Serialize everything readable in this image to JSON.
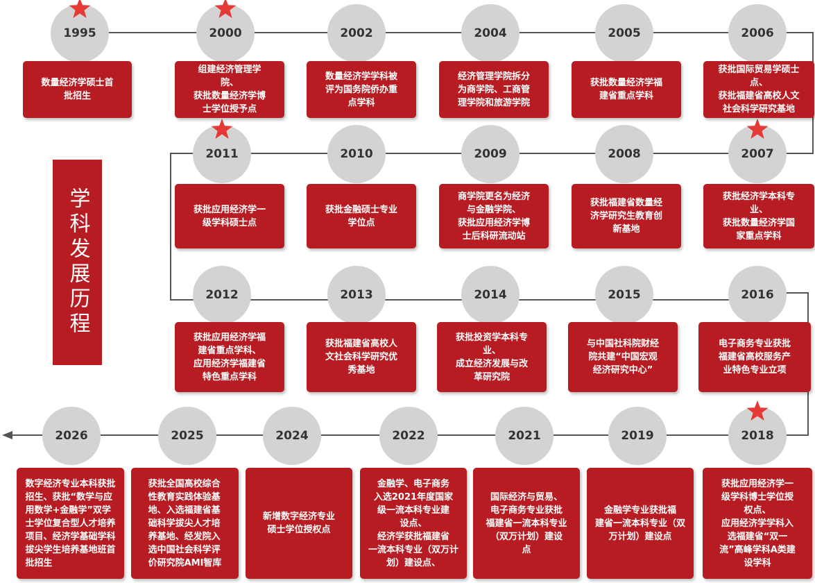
{
  "title": "学科发展历程",
  "colors": {
    "card": "#b71c22",
    "node": "#d3d3d3",
    "star": "#e53935",
    "line": "#555555"
  },
  "milestones": [
    {
      "year": "1995",
      "star": true,
      "text": "数量经济学硕士首\n批招生"
    },
    {
      "year": "2000",
      "star": true,
      "text": "组建经济管理学\n院、\n获批数量经济学博\n士学位授予点"
    },
    {
      "year": "2002",
      "star": false,
      "text": "数量经济学学科被\n评为国务院侨办重\n点学科"
    },
    {
      "year": "2004",
      "star": false,
      "text": "经济管理学院拆分\n为商学院、工商管\n理学院和旅游学院"
    },
    {
      "year": "2005",
      "star": false,
      "text": "获批数量经济学福\n建省重点学科"
    },
    {
      "year": "2006",
      "star": false,
      "text": "获批国际贸易学硕士\n点、\n获批福建省高校人文\n社会科学研究基地"
    },
    {
      "year": "2011",
      "star": true,
      "text": "获批应用经济学一\n级学科硕士点"
    },
    {
      "year": "2010",
      "star": false,
      "text": "获批金融硕士专业\n学位点"
    },
    {
      "year": "2009",
      "star": false,
      "text": "商学院更名为经济\n与金融学院、\n获批应用经济学博\n士后科研流动站"
    },
    {
      "year": "2008",
      "star": false,
      "text": "获批福建省数量经\n济学研究生教育创\n新基地"
    },
    {
      "year": "2007",
      "star": true,
      "text": "获批经济学本科专\n业、\n获批数量经济学国\n家重点学科"
    },
    {
      "year": "2012",
      "star": false,
      "text": "获批应用经济学福\n建省重点学科、\n应用经济学福建省\n特色重点学科"
    },
    {
      "year": "2013",
      "star": false,
      "text": "获批福建省高校人\n文社会科学研究优\n秀基地"
    },
    {
      "year": "2014",
      "star": false,
      "text": "获批投资学本科专\n业、\n成立经济发展与改\n革研究院"
    },
    {
      "year": "2015",
      "star": false,
      "text": "与中国社科院财经\n院共建“中国宏观\n经济研究中心”"
    },
    {
      "year": "2016",
      "star": false,
      "text": "电子商务专业获批\n福建省高校服务产\n业特色专业立项"
    },
    {
      "year": "2026",
      "star": false,
      "text": "数字经济专业本科获批\n招生、获批“数学与应\n用数学+金融学”双学\n士学位复合型人才培养\n项目、经济学基础学科\n拔尖学生培养基地班首\n批招生",
      "align": "left"
    },
    {
      "year": "2025",
      "star": false,
      "text": "获批全国高校综合\n性教育实践体验基\n地、入选福建省基\n础科学拔尖人才培\n养基地、经发院入\n选中国社会科学评\n价研究院AMI智库",
      "align": "left"
    },
    {
      "year": "2024",
      "star": false,
      "text": "新增数字经济专业\n硕士学位授权点"
    },
    {
      "year": "2022",
      "star": false,
      "text": "金融学、电子商务\n入选2021年度国家\n级一流本科专业建\n设点、\n经济学获批福建省\n一流本科专业（双万计\n划）建设点、"
    },
    {
      "year": "2021",
      "star": false,
      "text": "国际经济与贸易、\n电子商务专业获批\n福建省一流本科专业\n（双万计划）建设\n点"
    },
    {
      "year": "2019",
      "star": false,
      "text": "金融学专业获批福\n建省一流本科专业（双\n万计划）建设点"
    },
    {
      "year": "2018",
      "star": true,
      "text": "获批应用经济学一\n级学科博士学位授\n权点、\n应用经济学学科入\n选福建省“双一\n流”高峰学科A类建\n设学科"
    }
  ]
}
